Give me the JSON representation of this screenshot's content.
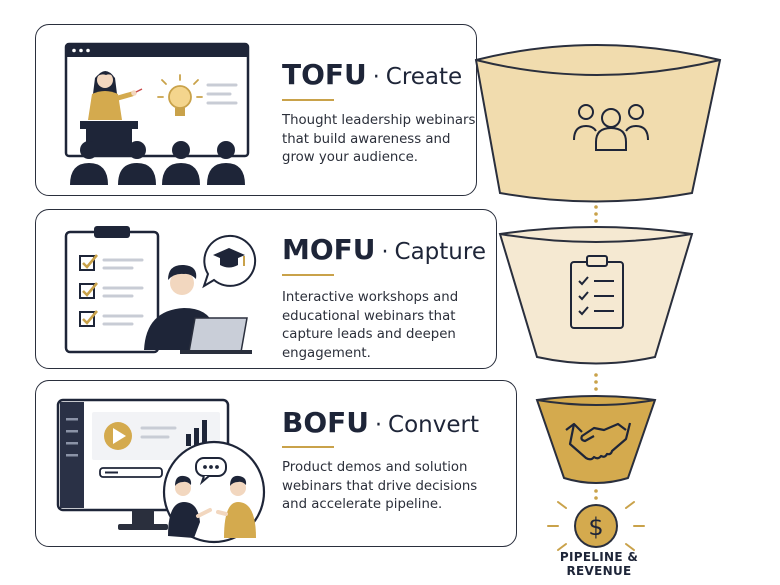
{
  "stages": [
    {
      "acronym": "TOFU",
      "separator": "·",
      "action": "Create",
      "description": "Thought leadership webinars\nthat build awareness and\ngrow your audience.",
      "funnel_icon": "people-icon"
    },
    {
      "acronym": "MOFU",
      "separator": "·",
      "action": "Capture",
      "description": "Interactive workshops and\neducational webinars that\ncapture leads and deepen\nengagement.",
      "funnel_icon": "clipboard-checklist-icon"
    },
    {
      "acronym": "BOFU",
      "separator": "·",
      "action": "Convert",
      "description": "Product demos and solution\nwebinars that drive decisions\nand accelerate pipeline.",
      "funnel_icon": "handshake-icon"
    }
  ],
  "footer": {
    "label": "PIPELINE & REVENUE",
    "icon": "dollar-coin-icon"
  },
  "colors": {
    "navy": "#1e2538",
    "gold": "#c9a24a",
    "funnel_top": "#f1dcae",
    "funnel_mid": "#f5e9d2",
    "funnel_bottom": "#d4aa4e"
  }
}
